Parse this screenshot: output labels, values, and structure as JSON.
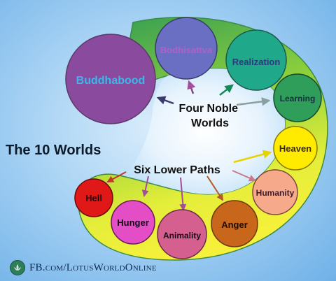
{
  "title": "The 10 Worlds",
  "groups": {
    "noble": "Four Noble Worlds",
    "lower": "Six Lower Paths"
  },
  "worlds": {
    "buddhahood": "Buddhabood",
    "bodhisattva": "Bodhisattva",
    "realization": "Realization",
    "learning": "Learning",
    "heaven": "Heaven",
    "humanity": "Humanity",
    "anger": "Anger",
    "animality": "Animality",
    "hunger": "Hunger",
    "hell": "Hell"
  },
  "colors": {
    "buddhahood": "#8a4a9e",
    "bodhisattva": "#6b6fc4",
    "realization": "#1fa98a",
    "learning": "#2f9e5a",
    "heaven": "#ffeb00",
    "humanity": "#f7a98c",
    "anger": "#c8661c",
    "animality": "#d5608f",
    "hunger": "#e34ec6",
    "hell": "#e01818"
  },
  "footer": {
    "icon": "lotus-icon",
    "text": "FB.com/LotusWorldOnline"
  }
}
